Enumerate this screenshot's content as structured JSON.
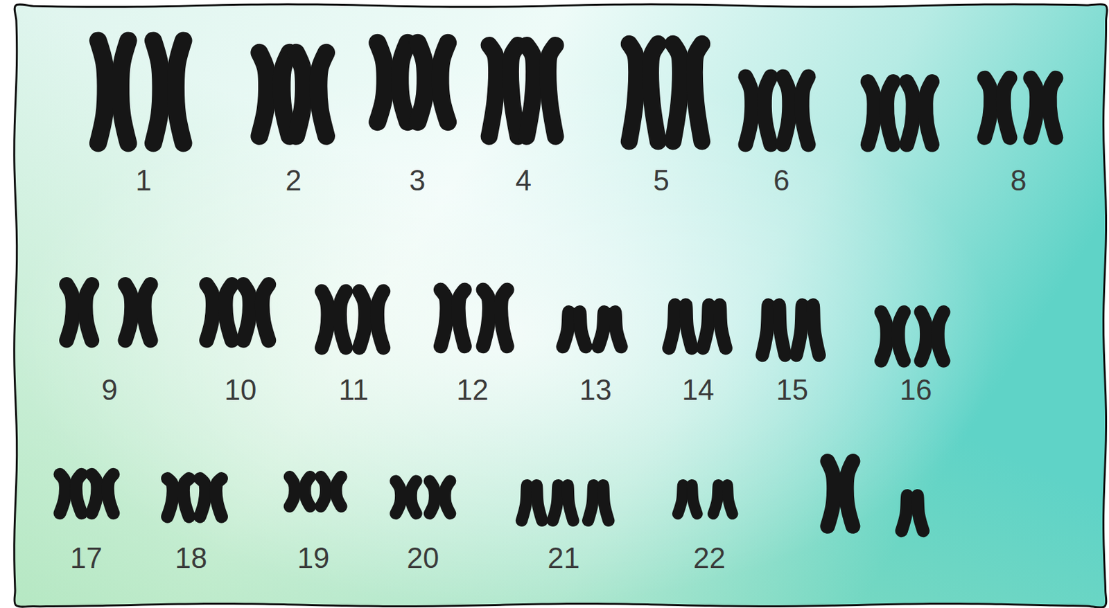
{
  "diagram": {
    "labels": [
      "1",
      "2",
      "3",
      "4",
      "5",
      "6",
      "8",
      "9",
      "10",
      "11",
      "12",
      "13",
      "14",
      "15",
      "16",
      "17",
      "18",
      "19",
      "20",
      "21",
      "22"
    ]
  }
}
